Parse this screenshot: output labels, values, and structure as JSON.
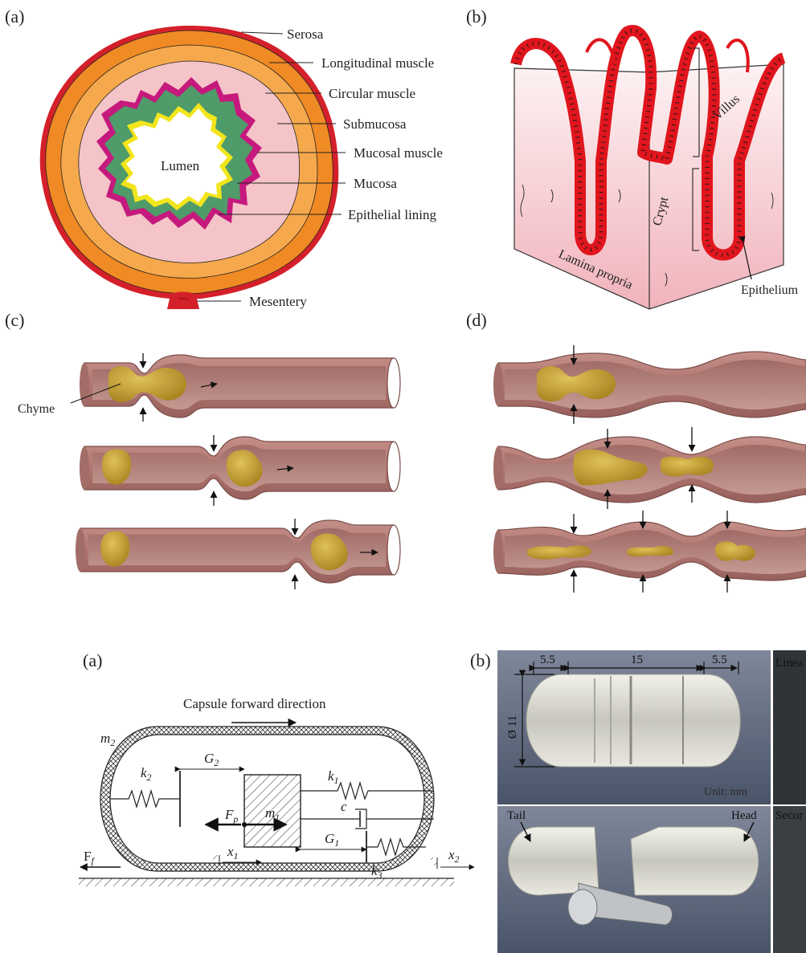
{
  "panel_a": {
    "tag": "(a)",
    "labels": {
      "serosa": "Serosa",
      "longitudinal": "Longitudinal muscle",
      "circular": "Circular muscle",
      "submucosa": "Submucosa",
      "mucosal_muscle": "Mucosal muscle",
      "mucosa": "Mucosa",
      "epithelial": "Epithelial lining",
      "mesentery": "Mesentery",
      "lumen": "Lumen"
    }
  },
  "panel_b": {
    "tag": "(b)",
    "labels": {
      "villus": "Villus",
      "crypt": "Crypt",
      "lamina": "Lamina propria",
      "epithelium": "Epithelium"
    }
  },
  "panel_c": {
    "tag": "(c)",
    "chyme": "Chyme"
  },
  "panel_d": {
    "tag": "(d)"
  },
  "capsule_diagram": {
    "tag": "(a)",
    "title": "Capsule forward direction",
    "m2": "m",
    "m2_sub": "2",
    "m1": "m",
    "m1_sub": "1",
    "k1": "k",
    "k1_sub": "1",
    "k2": "k",
    "k2_sub": "2",
    "k3": "k",
    "k3_sub": "3",
    "c": "c",
    "G1": "G",
    "G1_sub": "1",
    "G2": "G",
    "G2_sub": "2",
    "Fp": "F",
    "Fp_sub": "p",
    "Ff": "F",
    "Ff_sub": "f",
    "x1": "x",
    "x1_sub": "1",
    "x2": "x",
    "x2_sub": "2"
  },
  "capsule_photo": {
    "tag": "(b)",
    "dim_left": "5.5",
    "dim_mid": "15",
    "dim_right": "5.5",
    "diameter": "Ø 11",
    "unit": "Unit: mm",
    "tail": "Tail",
    "head": "Head",
    "right_top": "Linea",
    "right_bottom": "Secor"
  },
  "colors": {
    "serosa": "#d4202a",
    "longitudinal": "#f08a24",
    "circular": "#f6a94c",
    "submucosa": "#f4c4c8",
    "mucosa_green": "#4f9b6a",
    "mucosal_muscle": "#c5197d",
    "epithelial_yellow": "#f2e51c",
    "tube": "#b7807a",
    "chyme": "#c9a236"
  }
}
